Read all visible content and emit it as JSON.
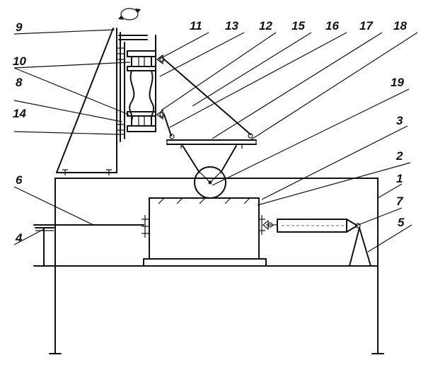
{
  "labels": {
    "l1": "1",
    "l2": "2",
    "l3": "3",
    "l4": "4",
    "l5": "5",
    "l6": "6",
    "l7": "7",
    "l8": "8",
    "l9": "9",
    "l10": "10",
    "l11": "11",
    "l12": "12",
    "l13": "13",
    "l14": "14",
    "l15": "15",
    "l16": "16",
    "l17": "17",
    "l18": "18",
    "l19": "19"
  },
  "icons": {
    "rotation": "rotation-arrow-icon"
  },
  "colors": {
    "ink": "#111111",
    "background": "#ffffff"
  }
}
